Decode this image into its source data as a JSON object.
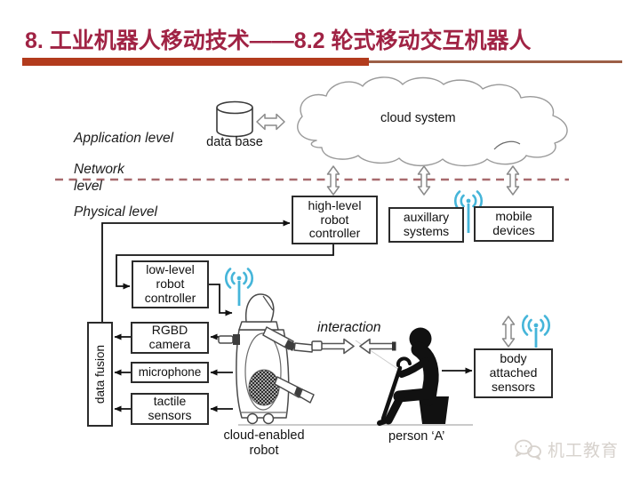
{
  "slide": {
    "title": "8. 工业机器人移动技术——8.2 轮式移动交互机器人"
  },
  "colors": {
    "accent": "#a02344",
    "bar": "#b23b1d",
    "wifi": "#45b5d9",
    "network_dash": "#a86a6e"
  },
  "levels": {
    "application": "Application level",
    "network": "Network\nlevel",
    "physical": "Physical level"
  },
  "cloud": {
    "label": "cloud system"
  },
  "database": {
    "label": "data base"
  },
  "boxes": {
    "high_level": "high-level\nrobot\ncontroller",
    "auxiliary": "auxillary\nsystems",
    "mobile": "mobile\ndevices",
    "low_level": "low-level\nrobot\ncontroller",
    "rgbd": "RGBD\ncamera",
    "microphone": "microphone",
    "tactile": "tactile\nsensors",
    "data_fusion": "data fusion",
    "body_sensors": "body\nattached\nsensors"
  },
  "labels": {
    "interaction": "interaction",
    "robot_caption": "cloud-enabled\nrobot",
    "person_caption": "person ‘A’"
  },
  "icons": {
    "wifi": "wireless-antenna-icon",
    "watermark": "wechat-icon",
    "database": "database-cylinder-icon"
  },
  "watermark": {
    "text": "机工教育"
  }
}
